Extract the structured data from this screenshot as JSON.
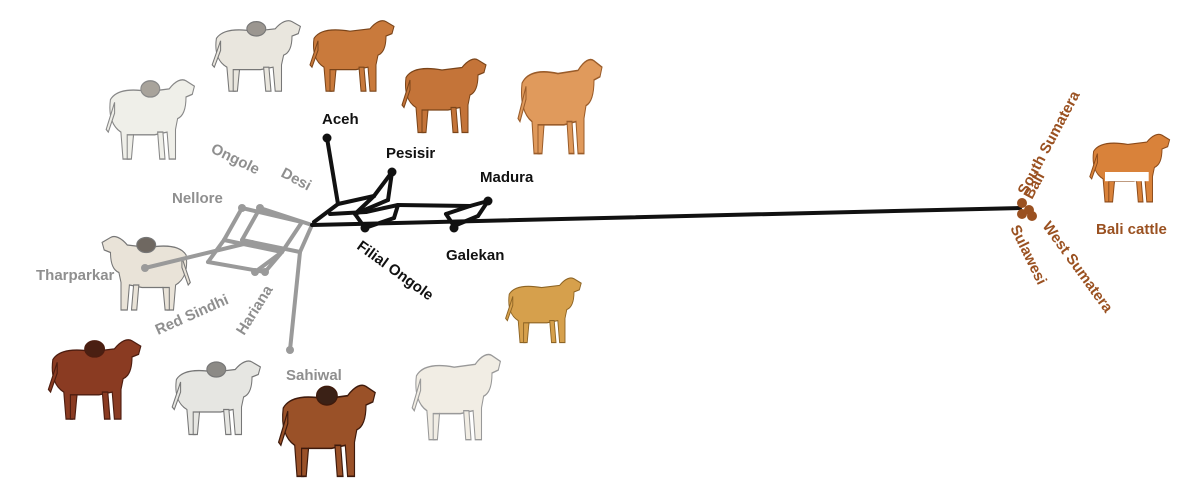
{
  "colors": {
    "indicine": "#9a9a9a",
    "indonesian": "#111111",
    "bali": "#9a5121",
    "cattle_coat_indicine": "#e9e6de",
    "cattle_coat_red": "#8a3b22",
    "cattle_coat_tan": "#d8924f"
  },
  "indicine_breeds": {
    "tharparkar": "Tharparkar",
    "nellore": "Nellore",
    "ongole": "Ongole",
    "desi": "Desi",
    "red_sindhi": "Red Sindhi",
    "hariana": "Hariana",
    "sahiwal": "Sahiwal"
  },
  "indonesian_breeds": {
    "aceh": "Aceh",
    "pesisir": "Pesisir",
    "madura": "Madura",
    "galekan": "Galekan",
    "filial_ongole": "Filial Ongole"
  },
  "bali_group": {
    "south_sumatera": "South Sumatera",
    "bali": "Bali",
    "west_sumatera": "West Sumatera",
    "sulawesi": "Sulawesi",
    "bali_cattle": "Bali cattle"
  },
  "icons": [
    "cattle-illustration-icon"
  ]
}
